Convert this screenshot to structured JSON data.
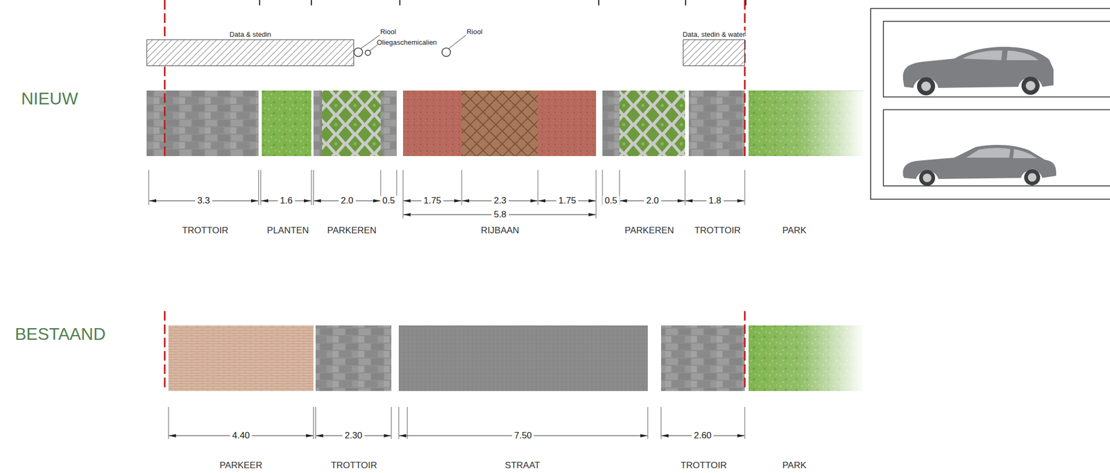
{
  "diagram": {
    "nodes": [
      {
        "text": [
          "Data & stedin"
        ]
      },
      {
        "text": [
          "Data, stedin & water"
        ]
      }
    ],
    "labels": [
      "Riool",
      "Oliegaschemicalien",
      "Riool",
      "NIEUW",
      "3.3",
      "1.6",
      "2.0",
      "0.5",
      "1.75",
      "2.3",
      "1.75",
      "5.8",
      "0.5",
      "2.0",
      "1.8",
      "TROTTOIR",
      "PLANTEN",
      "PARKEREN",
      "RIJBAAN",
      "PARKEREN",
      "TROTTOIR",
      "PARK",
      "BESTAAND",
      "4.40",
      "2.30",
      "7.50",
      "2.60",
      "PARKEER",
      "TROTTOIR",
      "STRAAT",
      "TROTTOIR",
      "PARK"
    ]
  }
}
